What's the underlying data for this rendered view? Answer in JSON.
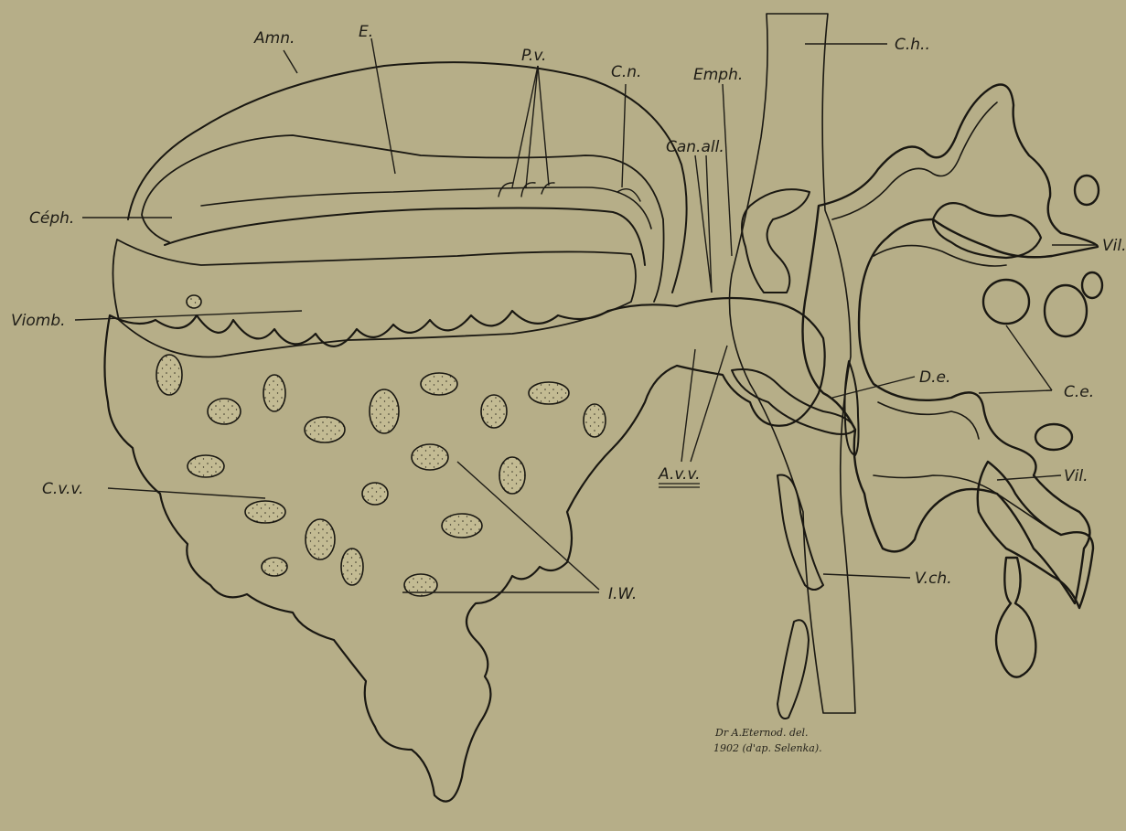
{
  "figure": {
    "labels": {
      "amn": "Amn.",
      "e": "E.",
      "pv": "P.v.",
      "cn": "C.n.",
      "emph": "Emph.",
      "ch": "C.h..",
      "canall": "Can.all.",
      "ceph": "Céph.",
      "viomb": "Viomb.",
      "vil_top": "Vil.",
      "de": "D.e.",
      "ce": "C.e.",
      "avv": "A.v.v.",
      "vil_bottom": "Vil.",
      "cvv": "C.v.v.",
      "iw": "I.W.",
      "vch": "V.ch."
    },
    "signature": {
      "line1": "Dr A.Eternod. del.",
      "line2": "1902 (d'ap. Selenka)."
    },
    "colors": {
      "paper": "#b6ae88",
      "ink": "#1a1812",
      "dark_tissue": "#3b382a",
      "stipple": "#c9c29c"
    }
  }
}
